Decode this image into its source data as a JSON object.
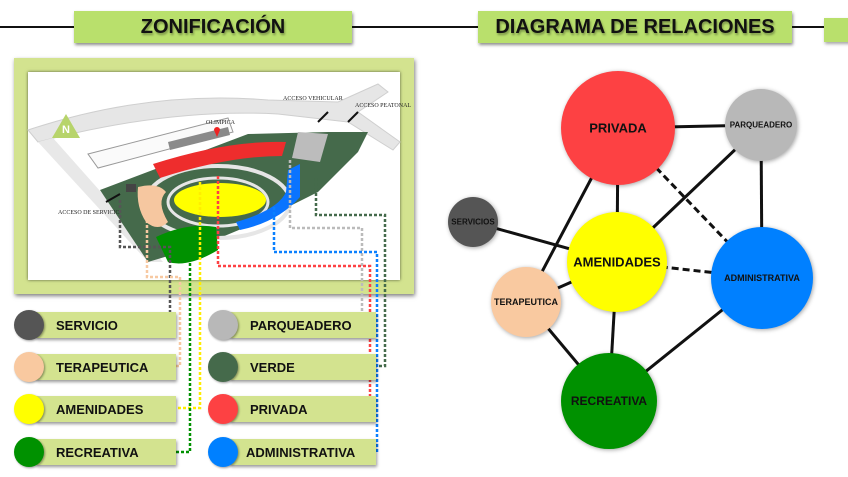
{
  "headers": {
    "left_title": "ZONIFICACIÓN",
    "right_title": "DIAGRAMA DE RELACIONES"
  },
  "map": {
    "north_label": "N",
    "labels": {
      "olimpica": "OLIMPICA",
      "acceso_vehicular": "ACCESO VEHICULAR",
      "acceso_peatonal": "ACCESO PEATONAL",
      "acceso_servicio": "ACCESO DE SERVICIO"
    }
  },
  "legend": {
    "left": [
      {
        "label": "SERVICIO",
        "color": "#555555"
      },
      {
        "label": "TERAPEUTICA",
        "color": "#f9c9a0"
      },
      {
        "label": "AMENIDADES",
        "color": "#ffff00"
      },
      {
        "label": "RECREATIVA",
        "color": "#009100"
      }
    ],
    "right": [
      {
        "label": "PARQUEADERO",
        "color": "#b8b8b8"
      },
      {
        "label": "VERDE",
        "color": "#456a4b"
      },
      {
        "label": "PRIVADA",
        "color": "#fd4143"
      },
      {
        "label": "ADMINISTRATIVA",
        "color": "#0080ff"
      }
    ]
  },
  "diagram": {
    "nodes": [
      {
        "id": "privada",
        "label": "PRIVADA",
        "color": "#fd4143"
      },
      {
        "id": "parqueadero",
        "label": "PARQUEADERO",
        "color": "#b8b8b8"
      },
      {
        "id": "servicios",
        "label": "SERVICIOS",
        "color": "#555555"
      },
      {
        "id": "amenidades",
        "label": "AMENIDADES",
        "color": "#ffff00"
      },
      {
        "id": "administrativa",
        "label": "ADMINISTRATIVA",
        "color": "#0080ff"
      },
      {
        "id": "terapeutica",
        "label": "TERAPEUTICA",
        "color": "#f9c9a0"
      },
      {
        "id": "recreativa",
        "label": "RECREATIVA",
        "color": "#009100"
      }
    ],
    "edges": [
      {
        "from": "privada",
        "to": "parqueadero",
        "style": "solid"
      },
      {
        "from": "privada",
        "to": "amenidades",
        "style": "solid"
      },
      {
        "from": "privada",
        "to": "terapeutica",
        "style": "solid"
      },
      {
        "from": "privada",
        "to": "administrativa",
        "style": "dashed"
      },
      {
        "from": "parqueadero",
        "to": "amenidades",
        "style": "solid"
      },
      {
        "from": "parqueadero",
        "to": "administrativa",
        "style": "solid"
      },
      {
        "from": "servicios",
        "to": "amenidades",
        "style": "solid"
      },
      {
        "from": "amenidades",
        "to": "administrativa",
        "style": "dashed"
      },
      {
        "from": "amenidades",
        "to": "terapeutica",
        "style": "solid"
      },
      {
        "from": "amenidades",
        "to": "recreativa",
        "style": "solid"
      },
      {
        "from": "terapeutica",
        "to": "recreativa",
        "style": "solid"
      },
      {
        "from": "administrativa",
        "to": "recreativa",
        "style": "solid"
      }
    ]
  }
}
